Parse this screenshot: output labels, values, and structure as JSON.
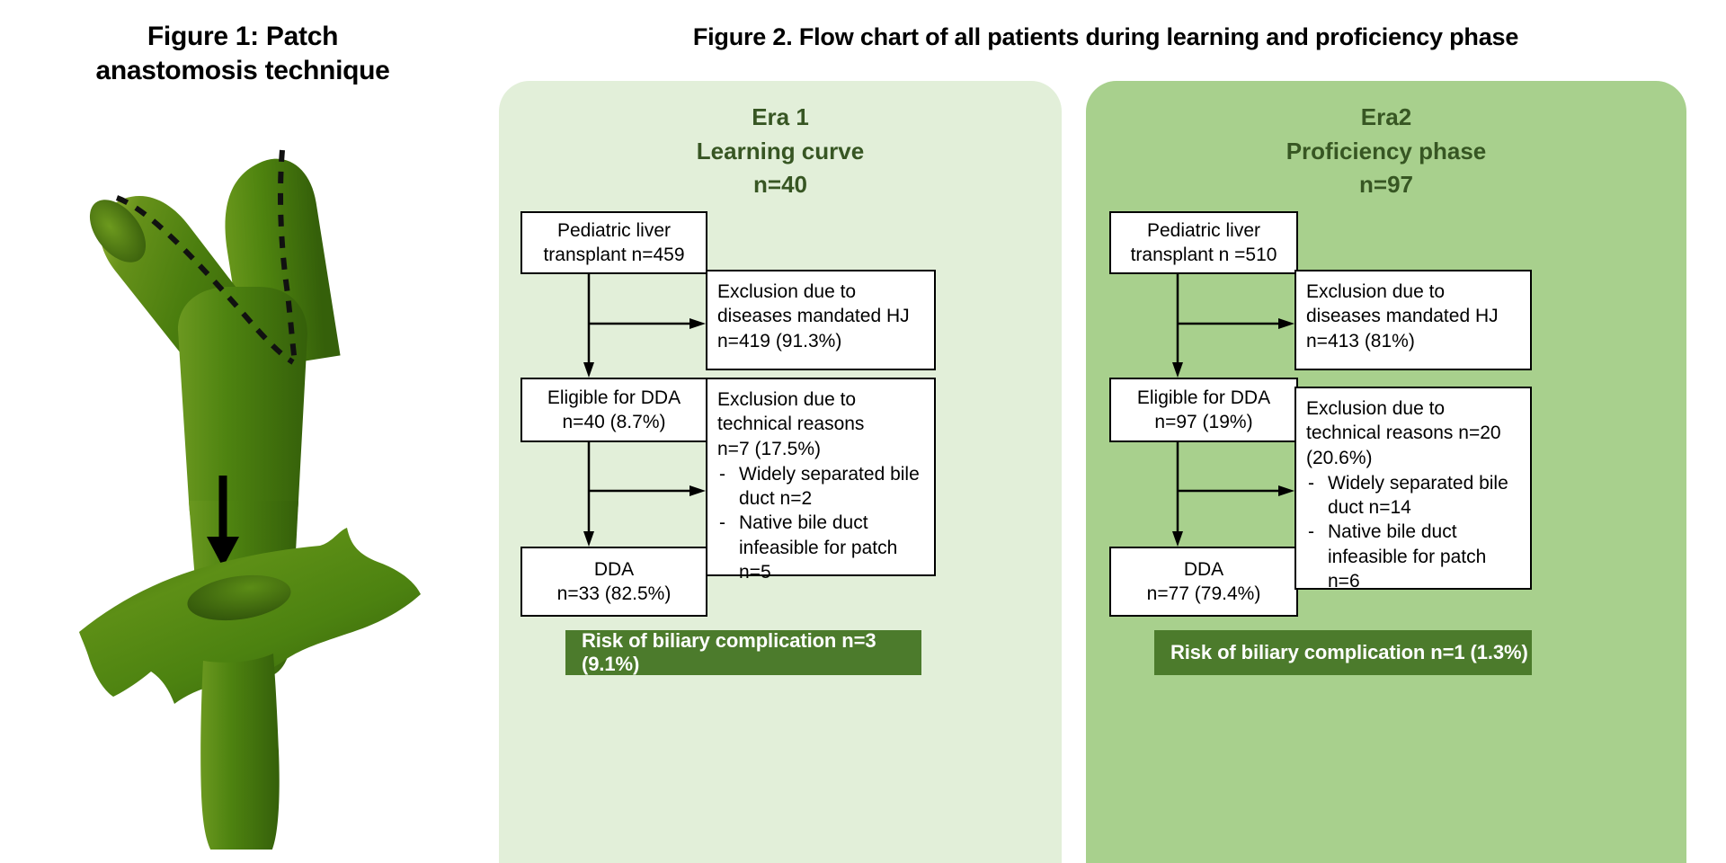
{
  "figure1": {
    "title_line1": "Figure 1: Patch",
    "title_line2": "anastomosis technique",
    "illustration_top": "y-shaped-bile-duct-with-dashed-cut-lines",
    "illustration_bottom": "flattened-patch-anastomosis",
    "arrow": "down-arrow",
    "duct_color": "#4f8a10",
    "duct_color_dark": "#3f6e0c"
  },
  "figure2": {
    "title": "Figure 2. Flow chart of all patients during learning and proficiency phase",
    "colors": {
      "era1_panel": "#e2efd9",
      "era2_panel": "#a8d08d",
      "header_text": "#375623",
      "risk_bar": "#4c7b2c",
      "risk_text": "#ffffff"
    },
    "columns": [
      {
        "id": "era1",
        "header": {
          "line1": "Era 1",
          "line2": "Learning curve",
          "line3": "n=40"
        },
        "boxes": {
          "source": {
            "line1": "Pediatric liver",
            "line2": "transplant n=459"
          },
          "eligible": {
            "line1": "Eligible for DDA",
            "line2": "n=40 (8.7%)"
          },
          "outcome": {
            "line1": "DDA",
            "line2": "n=33 (82.5%)"
          },
          "exclusion_disease": {
            "line1": "Exclusion due to",
            "line2": "diseases mandated HJ",
            "line3": "n=419 (91.3%)"
          },
          "exclusion_technical": {
            "line1": "Exclusion due to",
            "line2": "technical reasons",
            "line3": "n=7 (17.5%)",
            "bullets": [
              "Widely separated bile duct n=2",
              "Native bile duct infeasible for patch n=5"
            ]
          }
        },
        "risk": "Risk of biliary complication n=3 (9.1%)"
      },
      {
        "id": "era2",
        "header": {
          "line1": "Era2",
          "line2": "Proficiency phase",
          "line3": "n=97"
        },
        "boxes": {
          "source": {
            "line1": "Pediatric liver",
            "line2": "transplant n =510"
          },
          "eligible": {
            "line1": "Eligible for DDA",
            "line2": "n=97 (19%)"
          },
          "outcome": {
            "line1": "DDA",
            "line2": "n=77 (79.4%)"
          },
          "exclusion_disease": {
            "line1": "Exclusion due to",
            "line2": "diseases mandated HJ",
            "line3": "n=413 (81%)"
          },
          "exclusion_technical": {
            "line1": "Exclusion due to",
            "line2": "technical reasons n=20",
            "line3": "(20.6%)",
            "bullets": [
              "Widely separated bile duct n=14",
              "Native bile duct infeasible for patch n=6"
            ]
          }
        },
        "risk": "Risk of biliary complication n=1 (1.3%)"
      }
    ]
  }
}
